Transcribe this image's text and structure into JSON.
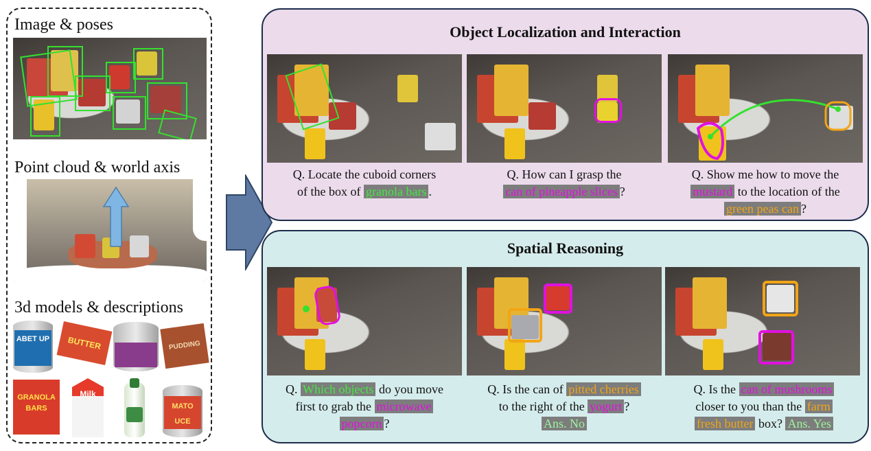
{
  "left": {
    "image_poses_title": "Image & poses",
    "point_cloud_title": "Point cloud & world axis",
    "models_title": "3d models & descriptions",
    "model_labels": [
      "ABET UP",
      "BUTTER",
      "PUDDING",
      "GRANOLA BARS",
      "Milk",
      "MATO UCE"
    ]
  },
  "colors": {
    "panel_top_bg": "#ebdbeb",
    "panel_bottom_bg": "#d5ecec",
    "arrow_fill": "#5e7aa3",
    "box_green": "#34e12e",
    "magenta": "#e011e0",
    "orange": "#f2a516"
  },
  "top_panel": {
    "title": "Object Localization and Interaction",
    "cells": [
      {
        "q_a": "Q. Locate the cuboid corners",
        "q_b": "of the box of ",
        "hl": "granola bars",
        "q_c": "."
      },
      {
        "q_a": "Q. How can I grasp the",
        "hl": "can of pineapple slices",
        "q_c": "?"
      },
      {
        "q_a": "Q. Show me how to move the",
        "hl1": "mustard",
        "q_b": " to the location of the",
        "hl2": "green peas can",
        "q_c": "?"
      }
    ]
  },
  "bottom_panel": {
    "title": "Spatial Reasoning",
    "cells": [
      {
        "q_pre": "Q. ",
        "hl1": "Which objects",
        "q_b": " do you move",
        "q_c": "first to grab the ",
        "hl2": "microwave",
        "hl3": "popcorn",
        "q_d": "?"
      },
      {
        "q_a": "Q. Is the can of ",
        "hl1": "pitted cherries",
        "q_b": "to the right of the ",
        "hl2": "yogurt",
        "q_c": "?",
        "ans": "Ans. No"
      },
      {
        "q_a": "Q. Is the ",
        "hl1": "can of mushrooms",
        "q_b": "closer to you than the ",
        "hl2": "farm",
        "hl3": "fresh butter",
        "q_c": " box? ",
        "ans": "Ans. Yes"
      }
    ]
  }
}
